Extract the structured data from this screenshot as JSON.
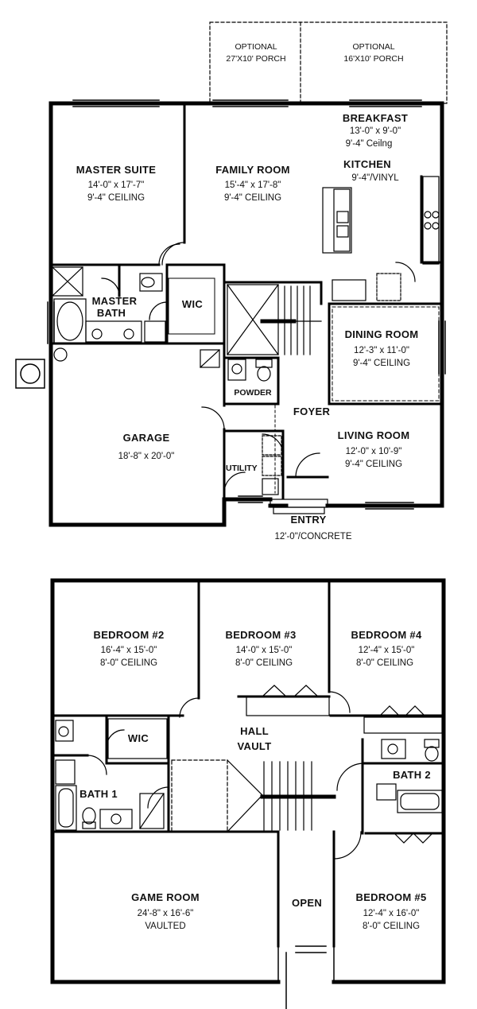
{
  "first_floor": {
    "porch_left": {
      "line1": "OPTIONAL",
      "line2": "27'X10' PORCH"
    },
    "porch_right": {
      "line1": "OPTIONAL",
      "line2": "16'X10' PORCH"
    },
    "breakfast": {
      "name": "BREAKFAST",
      "size": "13'-0\" x 9'-0\"",
      "ceiling": "9'-4\" Ceilng"
    },
    "kitchen": {
      "name": "KITCHEN",
      "detail": "9'-4\"/VINYL"
    },
    "master_suite": {
      "name": "MASTER SUITE",
      "size": "14'-0\" x 17'-7\"",
      "ceiling": "9'-4\" CEILING"
    },
    "family_room": {
      "name": "FAMILY ROOM",
      "size": "15'-4\" x 17'-8\"",
      "ceiling": "9'-4\" CEILING"
    },
    "master_bath": {
      "line1": "MASTER",
      "line2": "BATH"
    },
    "wic": "WIC",
    "dining_room": {
      "name": "DINING ROOM",
      "size": "12'-3\" x 11'-0\"",
      "ceiling": "9'-4\" CEILING"
    },
    "powder": "POWDER",
    "foyer": "FOYER",
    "garage": {
      "name": "GARAGE",
      "size": "18'-8\" x 20'-0\""
    },
    "utility": "UTILITY",
    "living_room": {
      "name": "LIVING ROOM",
      "size": "12'-0\" x 10'-9\"",
      "ceiling": "9'-4\" CEILING"
    },
    "entry": {
      "name": "ENTRY",
      "detail": "12'-0\"/CONCRETE"
    }
  },
  "second_floor": {
    "bedroom2": {
      "name": "BEDROOM #2",
      "size": "16'-4\" x 15'-0\"",
      "ceiling": "8'-0\" CEILING"
    },
    "bedroom3": {
      "name": "BEDROOM #3",
      "size": "14'-0\" x 15'-0\"",
      "ceiling": "8'-0\" CEILING"
    },
    "bedroom4": {
      "name": "BEDROOM #4",
      "size": "12'-4\" x 15'-0\"",
      "ceiling": "8'-0\" CEILING"
    },
    "wic": "WIC",
    "hall": {
      "line1": "HALL",
      "line2": "VAULT"
    },
    "bath1": "BATH 1",
    "bath2": "BATH 2",
    "game_room": {
      "name": "GAME ROOM",
      "size": "24'-8\" x 16'-6\"",
      "ceiling": "VAULTED"
    },
    "open": "OPEN",
    "bedroom5": {
      "name": "BEDROOM #5",
      "size": "12'-4\" x 16'-0\"",
      "ceiling": "8'-0\" CEILING"
    }
  }
}
